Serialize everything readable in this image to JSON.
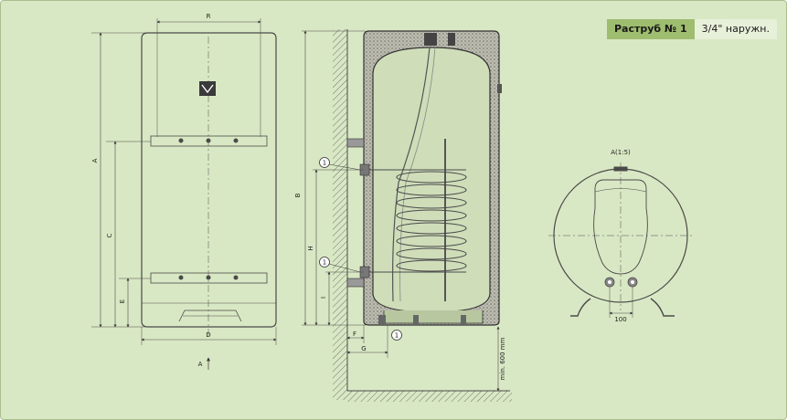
{
  "legend": {
    "key": "Раструб № 1",
    "value": "3/4\" наружн."
  },
  "front_view": {
    "dim_R": "R",
    "dim_A": "A",
    "dim_C": "C",
    "dim_E": "E",
    "dim_D": "D",
    "view_arrow": "A"
  },
  "section_view": {
    "dim_B": "B",
    "dim_H": "H",
    "dim_I": "I",
    "dim_F": "F",
    "dim_G": "G",
    "min_text": "min. 600 mm",
    "marker": "1"
  },
  "detail_view": {
    "title": "A(1:5)",
    "dim_100": "100"
  },
  "colors": {
    "background": "#d9e8c4",
    "line": "#4a4a4a",
    "legend_key": "#9fbd6f",
    "legend_value": "#e7f0d9"
  }
}
